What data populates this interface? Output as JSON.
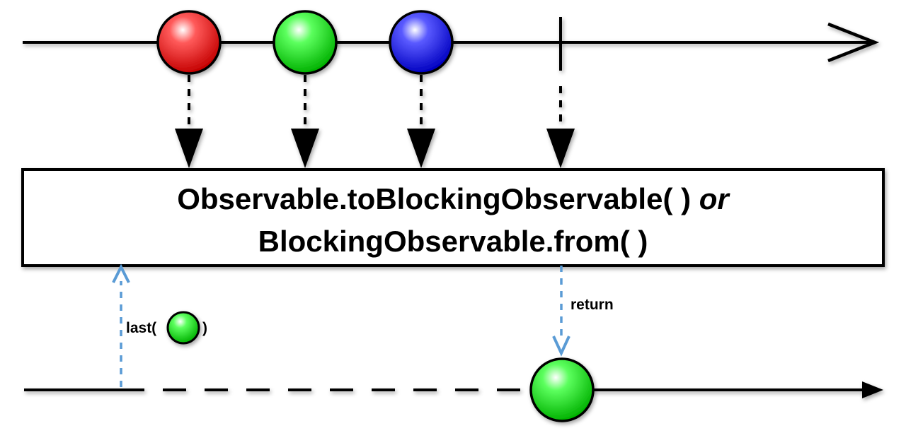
{
  "operator": {
    "line1_method": "Observable.toBlockingObservable( )",
    "line1_connector": "or",
    "line2": "BlockingObservable.from( )"
  },
  "source_items": [
    {
      "color": "#ee1c1c",
      "name": "red-marble"
    },
    {
      "color": "#19e01d",
      "name": "green-marble"
    },
    {
      "color": "#1c1cee",
      "name": "blue-marble"
    }
  ],
  "annotations": {
    "call_prefix": "last(",
    "call_suffix": ")",
    "return_label": "return"
  },
  "colors": {
    "line": "#000000",
    "call_arrow": "#5a9bd5",
    "result_marble": "#19e01d"
  }
}
